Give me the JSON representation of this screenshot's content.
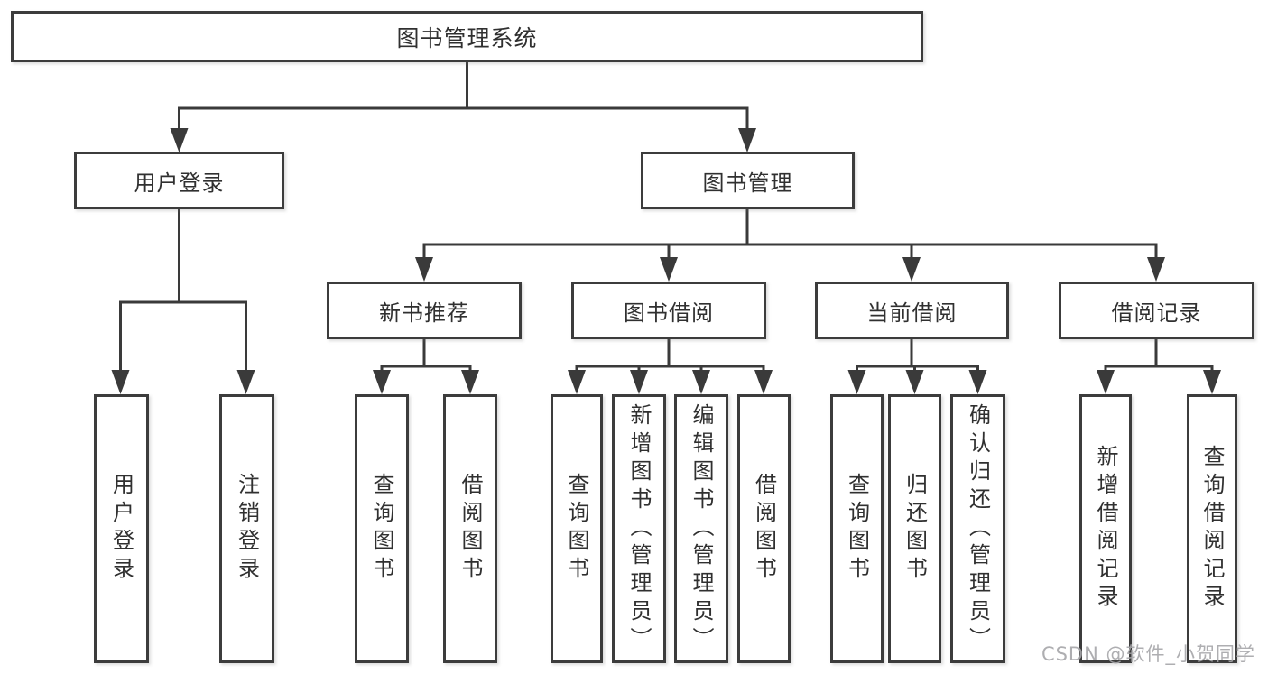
{
  "tree": {
    "root": "图书管理系统",
    "children": [
      {
        "label": "用户登录",
        "children": [
          "用户登录",
          "注销登录"
        ]
      },
      {
        "label": "图书管理",
        "children": [
          {
            "label": "新书推荐",
            "children": [
              "查询图书",
              "借阅图书"
            ]
          },
          {
            "label": "图书借阅",
            "children": [
              "查询图书",
              "新增图书（管理员）",
              "编辑图书（管理员）",
              "借阅图书"
            ]
          },
          {
            "label": "当前借阅",
            "children": [
              "查询图书",
              "归还图书",
              "确认归还（管理员）"
            ]
          },
          {
            "label": "借阅记录",
            "children": [
              "新增借阅记录",
              "查询借阅记录"
            ]
          }
        ]
      }
    ]
  },
  "watermark": "CSDN @软件_小贺同学",
  "colors": {
    "line": "#3a3a3a",
    "border": "#3c3c3c",
    "text": "#303030",
    "watermark": "#a5a5a8",
    "background": "#ffffff"
  }
}
